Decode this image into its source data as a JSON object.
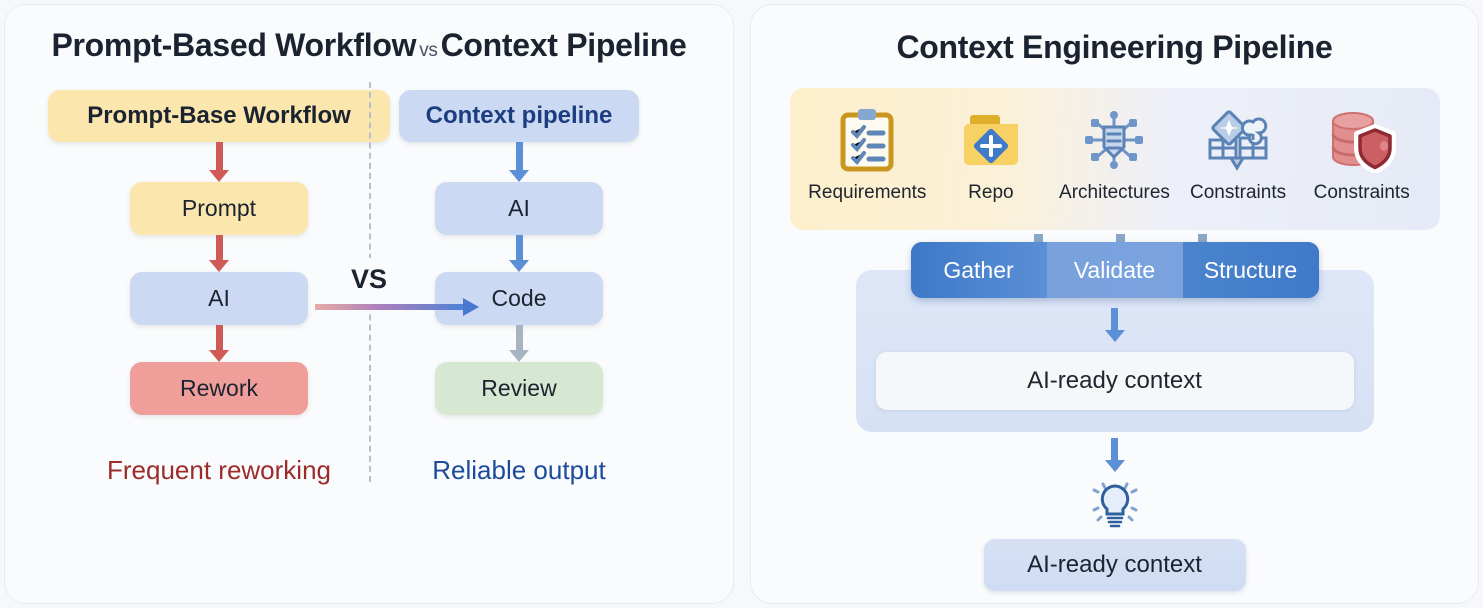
{
  "left": {
    "title_main_a": "Prompt-Based Workflow",
    "title_vs": "vs",
    "title_main_b": "Context Pipeline",
    "vs_badge": "VS",
    "prompt_column": {
      "head": "Prompt-Base Workflow",
      "steps": [
        "Prompt",
        "AI",
        "Rework"
      ],
      "caption": "Frequent reworking"
    },
    "context_column": {
      "head": "Context pipeline",
      "steps": [
        "AI",
        "Code",
        "Review"
      ],
      "caption": "Reliable output"
    }
  },
  "right": {
    "title": "Context Engineering Pipeline",
    "sources": [
      {
        "label": "Requirements",
        "icon": "clipboard-checklist-icon"
      },
      {
        "label": "Repo",
        "icon": "folder-diamond-icon"
      },
      {
        "label": "Architectures",
        "icon": "network-architecture-icon"
      },
      {
        "label": "Constraints",
        "icon": "fence-grid-icon"
      },
      {
        "label": "Constraints",
        "icon": "database-shield-icon"
      }
    ],
    "stages": [
      "Gather",
      "Validate",
      "Structure"
    ],
    "context_box": "AI-ready context",
    "final_box": "AI-ready context",
    "bulb_icon": "lightbulb-icon"
  },
  "colors": {
    "yellow": "#fbe7ae",
    "blue": "#ccd9f2",
    "red": "#ef9e99",
    "green": "#d6e8d2",
    "arrow_red": "#cf5a56",
    "arrow_blue": "#5b8fd6",
    "arrow_gray": "#a8b4c2",
    "stage_blue": "#3f7bc9",
    "caption_red": "#9c2b2b",
    "caption_blue": "#1c4a9c"
  }
}
